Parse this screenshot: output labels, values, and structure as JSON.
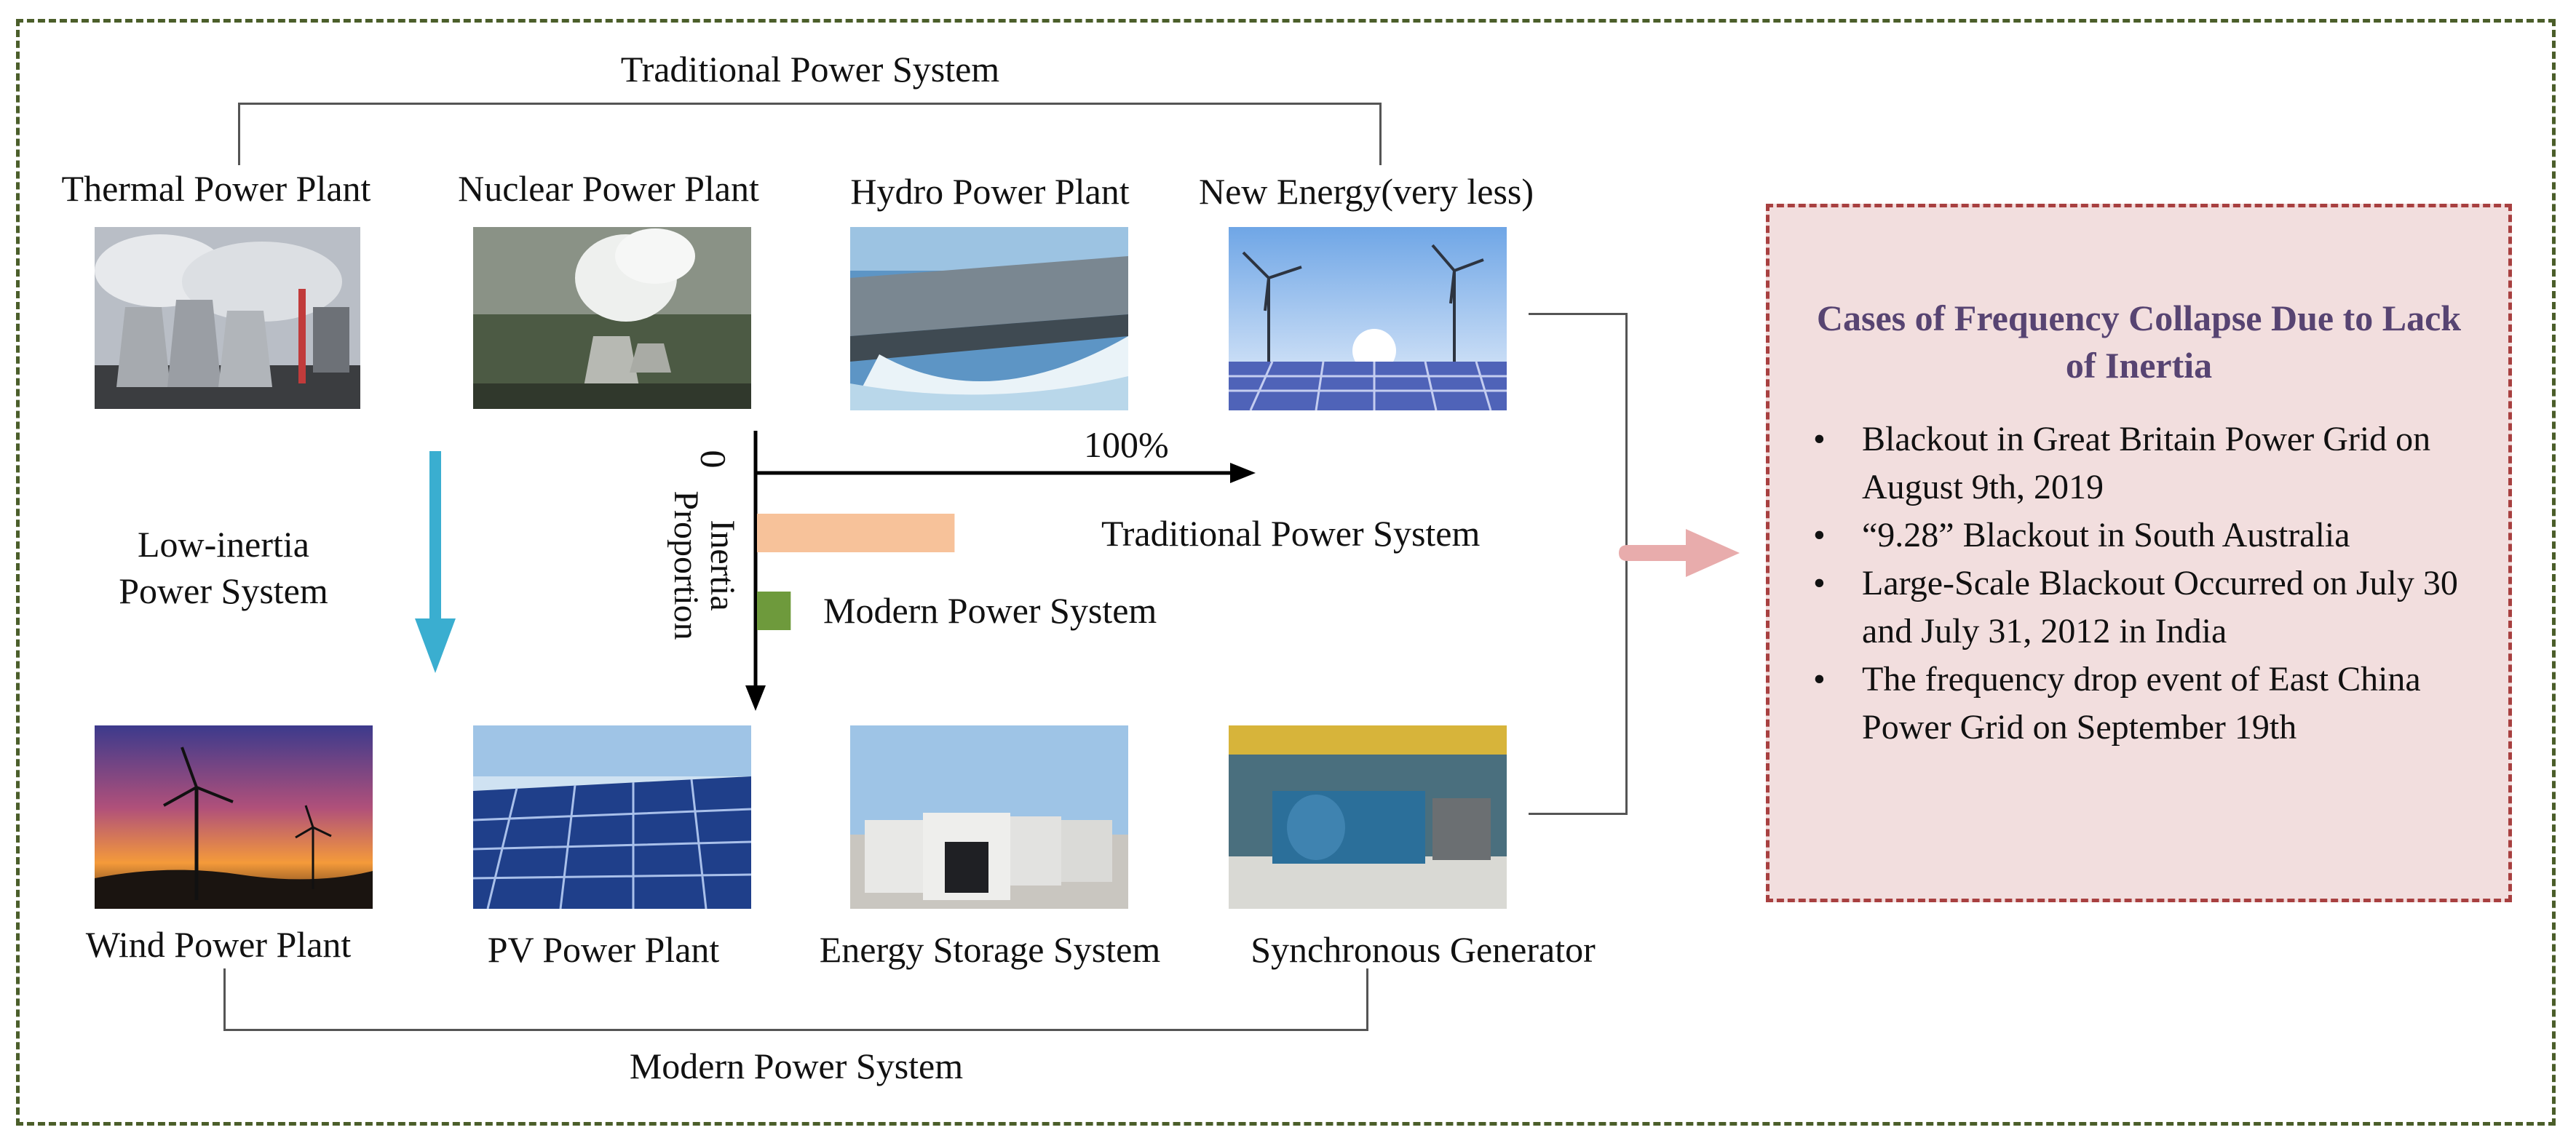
{
  "top_system_label": "Traditional Power System",
  "bottom_system_label": "Modern Power System",
  "transition_label_line1": "Low-inertia",
  "transition_label_line2": "Power System",
  "traditional_plants": [
    {
      "label": "Thermal Power Plant",
      "icon": "cooling-towers-photo"
    },
    {
      "label": "Nuclear Power Plant",
      "icon": "nuclear-plant-photo"
    },
    {
      "label": "Hydro Power Plant",
      "icon": "dam-spillway-photo"
    },
    {
      "label": "New Energy(very less)",
      "icon": "wind-solar-photo"
    }
  ],
  "modern_plants": [
    {
      "label": "Wind Power Plant",
      "icon": "wind-turbine-sunset-photo"
    },
    {
      "label": "PV Power Plant",
      "icon": "solar-panels-photo"
    },
    {
      "label": "Energy Storage System",
      "icon": "battery-containers-photo"
    },
    {
      "label": "Synchronous Generator",
      "icon": "generator-hall-photo"
    }
  ],
  "chart_data": {
    "type": "bar",
    "orientation": "horizontal",
    "axis_origin_label": "0",
    "axis_max_label": "100%",
    "ylabel_line1": "Inertia",
    "ylabel_line2": "Proportion",
    "xlim": [
      0,
      100
    ],
    "categories": [
      "Traditional Power System",
      "Modern Power System"
    ],
    "values": [
      41,
      7
    ],
    "colors": [
      "#f7c29a",
      "#6e9a3c"
    ]
  },
  "cases": {
    "title": "Cases of Frequency Collapse Due to Lack of Inertia",
    "items": [
      "Blackout in Great Britain Power Grid on August 9th, 2019",
      "“9.28” Blackout in South Australia",
      "Large-Scale Blackout Occurred on July 30 and July 31, 2012 in India",
      "The frequency drop event of East China Power Grid on September 19th"
    ]
  },
  "colors": {
    "frame_border": "#4b5e2a",
    "cases_bg": "#f2dede",
    "cases_border": "#a84040",
    "cases_title": "#574472",
    "down_arrow": "#3aaed0",
    "right_arrow": "#e8acac"
  }
}
